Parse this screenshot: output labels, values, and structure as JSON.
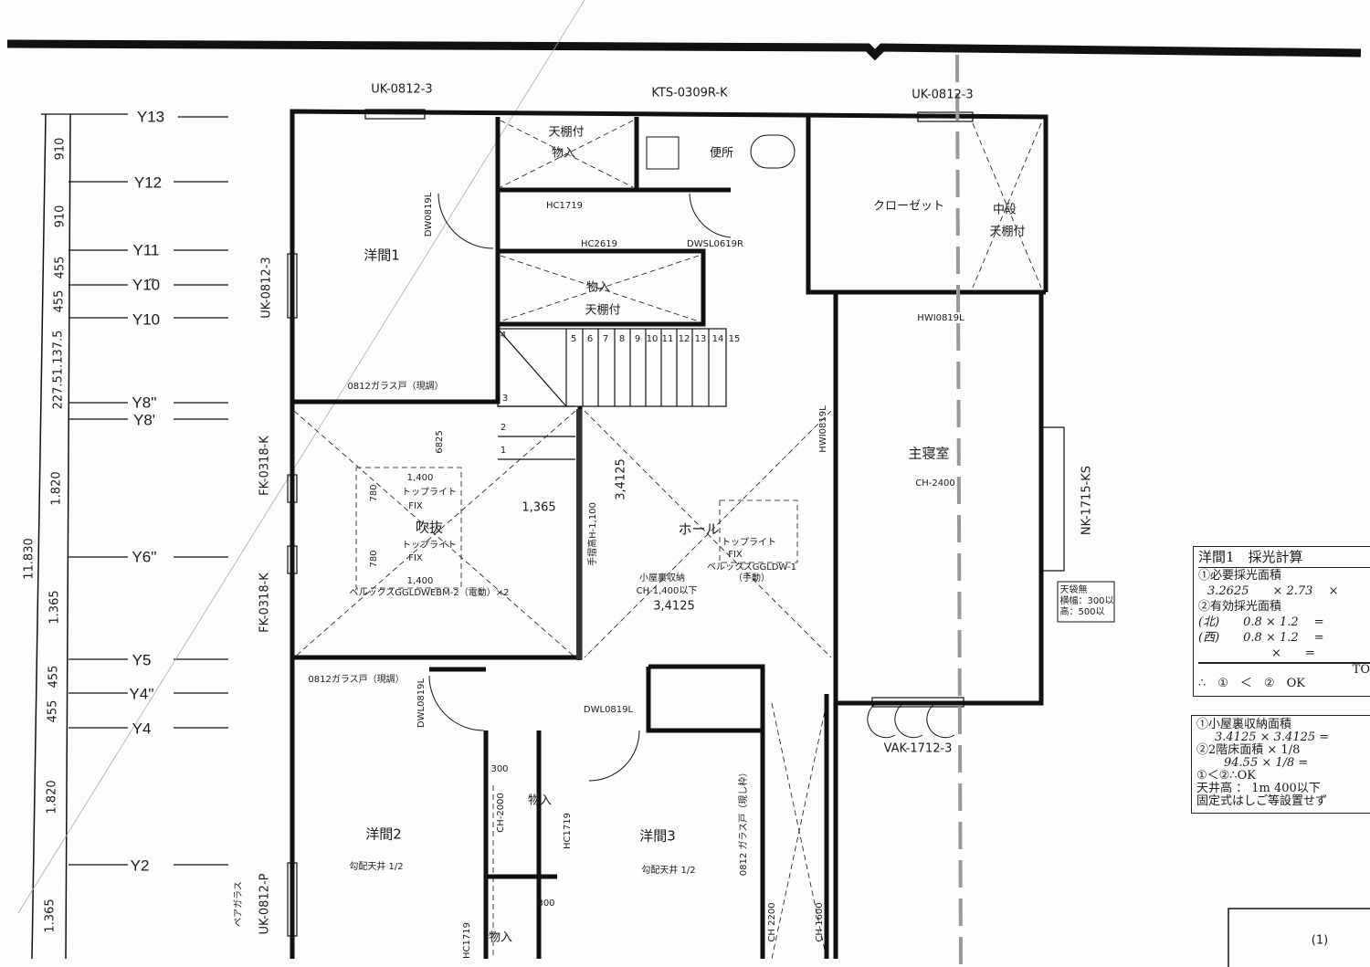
{
  "sheet_number": "(1)",
  "grid": {
    "rows": [
      "Y13",
      "Y12",
      "Y11",
      "Y1̋0",
      "Y10",
      "Y8''",
      "Y8'",
      "Y6''",
      "Y5",
      "Y4''",
      "Y4",
      "Y2"
    ],
    "dimensions": [
      "910",
      "910",
      "455",
      "455",
      "227.51.137.5",
      "1.820",
      "1.365",
      "455",
      "455",
      "1.820",
      "1.365"
    ],
    "total": "11.830"
  },
  "windows": {
    "top_left": "UK-0812-3",
    "top_center": "KTS-0309R-K",
    "top_right": "UK-0812-3",
    "left_room1": "UK-0812-3",
    "left_fk_upper": "FK-0318-K",
    "left_fk_lower": "FK-0318-K",
    "right_master": "NK-1715-KS",
    "bottom_master": "VAK-1712-3",
    "left_room2": "UK-0812-P",
    "left_room2_note": "ペアガラス"
  },
  "rooms": {
    "room1": "洋間1",
    "room2": "洋間2",
    "room3": "洋間3",
    "toilet": "便所",
    "closet": "クローゼット",
    "closet_shelf_1": "中段",
    "closet_shelf_2": "天棚付",
    "storage_top_1": "天棚付",
    "storage_top_2": "物入",
    "storage_mid_1": "物入",
    "storage_mid_2": "天棚付",
    "master": "主寝室",
    "master_ch": "CH-2400",
    "hall": "ホール",
    "void": "吹抜",
    "storage_b1": "物入",
    "storage_b2": "物入",
    "slope_ceiling_2": "勾配天井 1/2",
    "slope_ceiling_3": "勾配天井 1/2",
    "attic": "小屋裏収納",
    "attic_ch": "CH-1,400以下"
  },
  "doors": {
    "dw0819l": "DW0819L",
    "hc1719_top": "HC1719",
    "hc2619": "HC2619",
    "dwsl0619r": "DWSL0619R",
    "hwi0819l_top": "HWI0819L",
    "hwi0819l_side": "HWI0819L",
    "glass_door_top": "0812ガラス戸（現調）",
    "glass_door_mid": "0812ガラス戸（現調）",
    "glass_door_right": "0812 ガラス戸（現し枠）",
    "dwl0819l_a": "DWL0819L",
    "dwl0819l_b": "DWL0819L",
    "hc1719_mid": "HC1719",
    "hc1719_bottom": "HC1719"
  },
  "stairs": [
    "1",
    "2",
    "3",
    "4",
    "5",
    "6",
    "7",
    "8",
    "9",
    "10",
    "11",
    "12",
    "13",
    "14",
    "15"
  ],
  "annotations": {
    "dim_6825": "6825",
    "dim_1400_a": "1,400",
    "dim_1400_b": "1,400",
    "dim_780_a": "780",
    "dim_780_b": "780",
    "dim_1365": "1,365",
    "dim_34125_v": "3,4125",
    "dim_34125_h": "3,4125",
    "handrail": "手摺高H-1,100",
    "toplight_1": "トップライト",
    "fix_1": "FIX",
    "toplight_2": "トップライト",
    "fix_2": "FIX",
    "toplight_3": "トップライト",
    "fix_3": "FIX",
    "velux_a": "ベルックスGGLDWEBM-2（電動）×2",
    "velux_b": "ベルックスGGLDW-1",
    "velux_b_note": "（手動）",
    "ch2000": "CH-2000",
    "dim_300_a": "300",
    "dim_300_b": "300",
    "ch2200": "CH 2200",
    "ch1600": "CH 1600"
  },
  "bag_note": [
    "天袋無",
    "横幅：300以",
    "高：500以"
  ],
  "lighting_calc": {
    "title": "洋間1　採光計算",
    "rows": [
      "①必要採光面積",
      "3.2625　　× 2.73　 ×",
      "②有効採光面積",
      "(北)　　0.8 × 1.2　 =",
      "(西)　　0.8 × 1.2　 =",
      "×　　=",
      "TO",
      "∴　①　＜　②　OK"
    ]
  },
  "attic_calc": {
    "rows": [
      "①小屋裏収納面積",
      "3.4125 × 3.4125 =",
      "②2階床面積 × 1/8",
      "94.55 × 1/8 =",
      "①＜②∴OK",
      "天井高 ： 1m 400以下",
      "固定式はしご等設置せず"
    ]
  }
}
